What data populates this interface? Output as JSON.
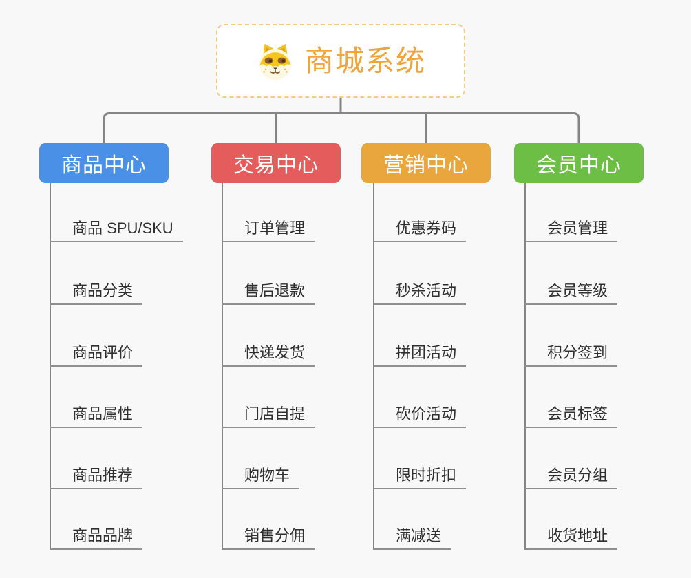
{
  "canvas": {
    "background": "#f8f8f8"
  },
  "root": {
    "title": "商城系统",
    "accent_color": "#F0A43C",
    "border_color": "#F2CA8C",
    "icon": "dog-face-icon"
  },
  "connectors": {
    "line_color": "#858585",
    "underline_color": "#8f9092"
  },
  "branches": [
    {
      "label": "商品中心",
      "color": "#4A90E6",
      "children": [
        "商品 SPU/SKU",
        "商品分类",
        "商品评价",
        "商品属性",
        "商品推荐",
        "商品品牌"
      ]
    },
    {
      "label": "交易中心",
      "color": "#E45C5C",
      "children": [
        "订单管理",
        "售后退款",
        "快递发货",
        "门店自提",
        "购物车",
        "销售分佣"
      ]
    },
    {
      "label": "营销中心",
      "color": "#E9A63C",
      "children": [
        "优惠券码",
        "秒杀活动",
        "拼团活动",
        "砍价活动",
        "限时折扣",
        "满减送"
      ]
    },
    {
      "label": "会员中心",
      "color": "#6CBE44",
      "children": [
        "会员管理",
        "会员等级",
        "积分签到",
        "会员标签",
        "会员分组",
        "收货地址"
      ]
    }
  ]
}
